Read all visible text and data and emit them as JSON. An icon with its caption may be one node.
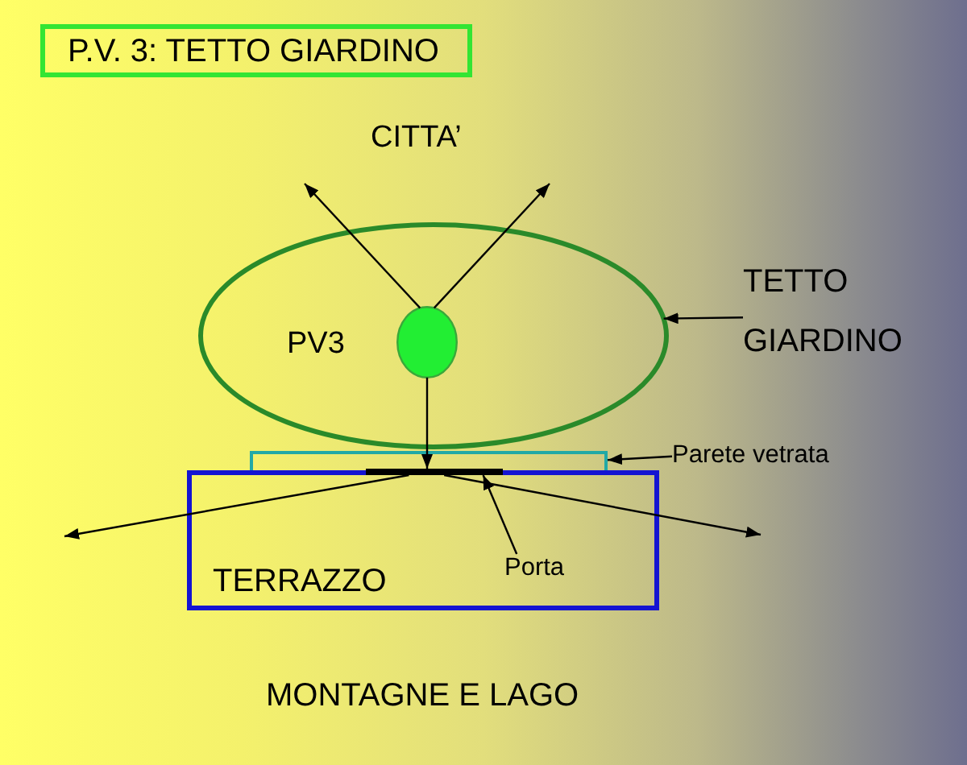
{
  "diagram": {
    "title": "P.V. 3: TETTO GIARDINO",
    "nodes": [
      {
        "text": [
          "PV3"
        ]
      },
      {
        "text": [],
        "shape": "circle",
        "in": 0
      },
      {
        "text": [
          "TETTO GIARDINO"
        ]
      },
      {
        "text": [],
        "shape": "box"
      },
      {
        "text": [
          "Parete vetrata"
        ]
      },
      {
        "text": [
          "TERRAZZO"
        ]
      },
      {
        "text": [],
        "shape": "bar"
      },
      {
        "text": [
          "Porta"
        ],
        "in": 5
      }
    ],
    "edges": [
      {
        "from": 1,
        "to": null,
        "arrow": "to"
      },
      {
        "from": 1,
        "to": null,
        "arrow": "to"
      },
      {
        "from": 2,
        "to": 0,
        "arrow": "to"
      },
      {
        "from": 1,
        "to": 6,
        "arrow": "to"
      },
      {
        "from": 4,
        "to": 3,
        "arrow": "to"
      },
      {
        "from": 7,
        "to": 6,
        "arrow": "to"
      },
      {
        "from": 6,
        "to": null,
        "arrow": "to"
      },
      {
        "from": 6,
        "to": null,
        "arrow": "to"
      }
    ],
    "labels": [
      "CITTA’",
      "MONTAGNE E LAGO"
    ]
  }
}
